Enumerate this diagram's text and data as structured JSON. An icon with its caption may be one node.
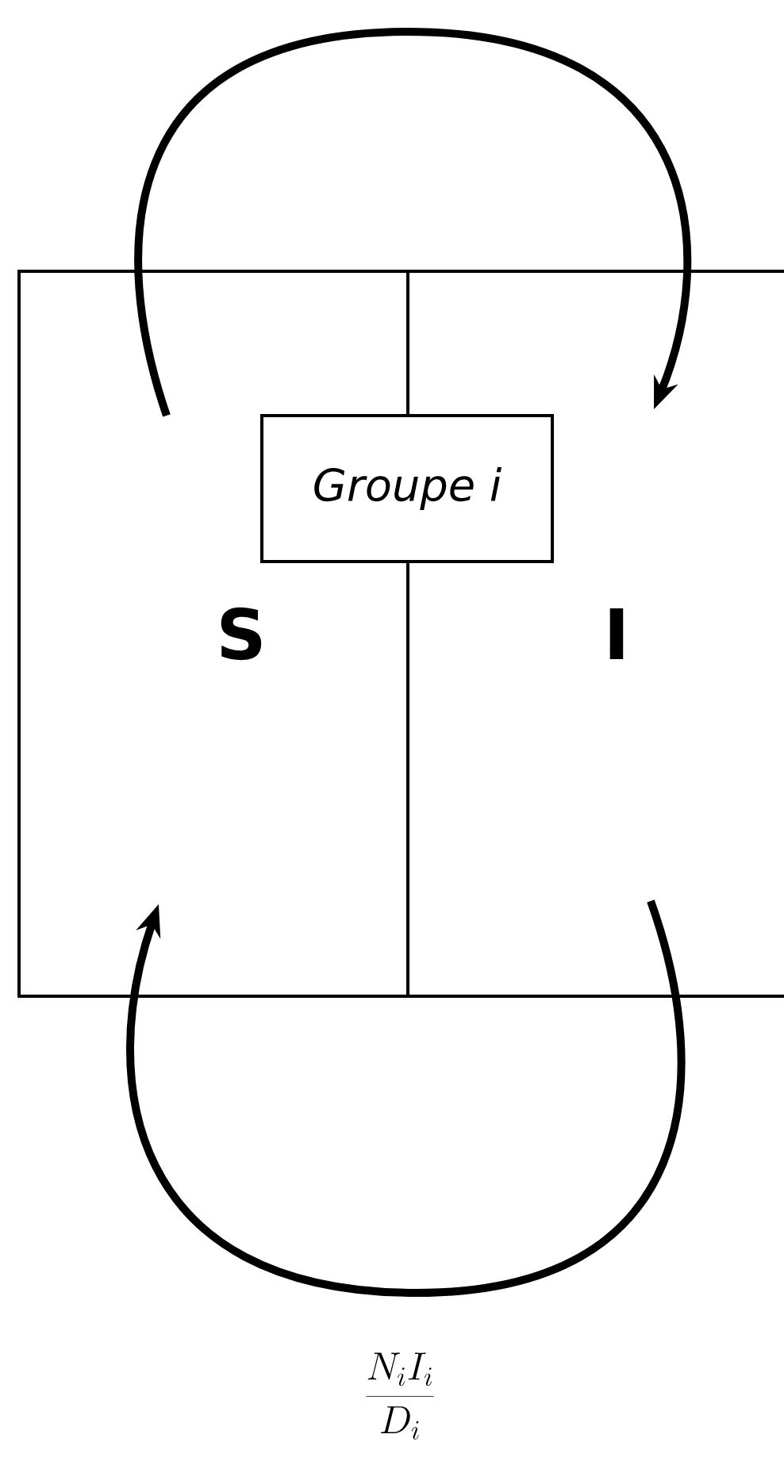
{
  "diagram": {
    "nodes": [
      {
        "text": [
          "S"
        ]
      },
      {
        "text": [
          "I"
        ]
      },
      {
        "text": [
          "Groupe i"
        ]
      }
    ],
    "edges": [
      {
        "from": 0,
        "to": 1,
        "arrow": "to"
      },
      {
        "from": 1,
        "to": 0,
        "arrow": "to",
        "label": "\\frac{N_iI_i}{D_i}"
      }
    ]
  }
}
